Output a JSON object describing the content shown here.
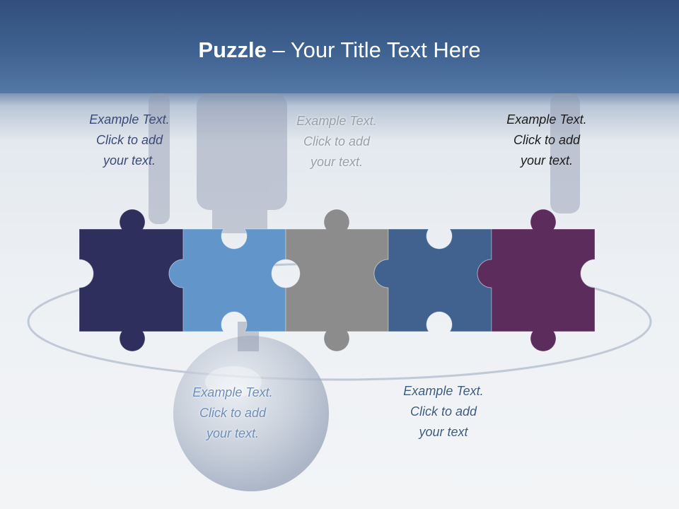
{
  "slide": {
    "title_bold": "Puzzle",
    "title_rest": " – Your Title Text Here"
  },
  "pieces": [
    {
      "name": "puzzle-piece-1",
      "color": "#2f2f5e"
    },
    {
      "name": "puzzle-piece-2",
      "color": "#6295c9"
    },
    {
      "name": "puzzle-piece-3",
      "color": "#8c8c8c"
    },
    {
      "name": "puzzle-piece-4",
      "color": "#41628f"
    },
    {
      "name": "puzzle-piece-5",
      "color": "#5c2c5c"
    }
  ],
  "notes": [
    {
      "lines": [
        "Example Text.",
        "Click  to add",
        "your text."
      ]
    },
    {
      "lines": [
        "Example Text.",
        "Click  to add",
        "your text."
      ]
    },
    {
      "lines": [
        "Example Text.",
        "Click  to add",
        "your text."
      ]
    },
    {
      "lines": [
        "Example Text.",
        "Click  to add",
        "your text."
      ]
    },
    {
      "lines": [
        "Example Text.",
        "Click  to add",
        "your text"
      ]
    }
  ]
}
